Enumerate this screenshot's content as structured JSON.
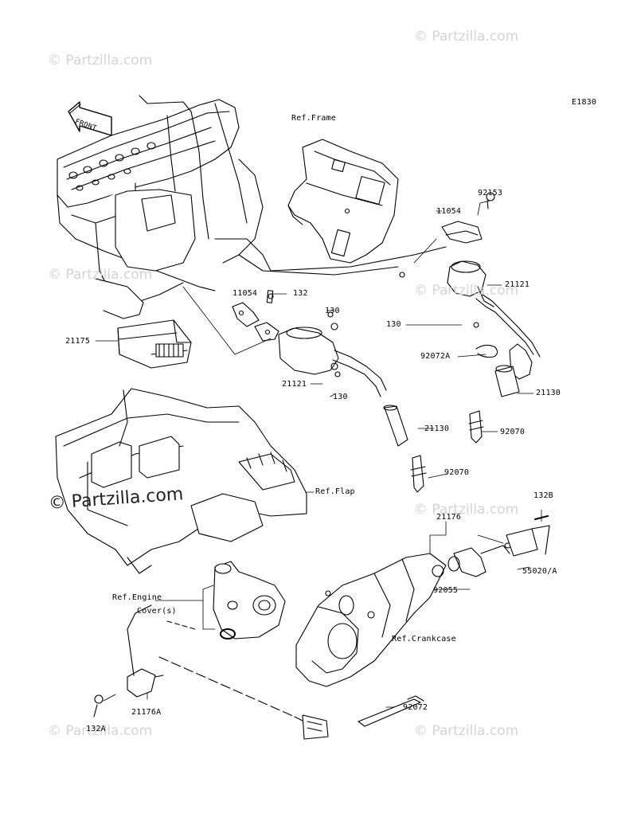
{
  "diagram_code": "E1830",
  "watermarks": {
    "small": "© Partzilla.com",
    "large": "© Partzilla.com"
  },
  "front_arrow_label": "FRONT",
  "labels": {
    "ref_frame": "Ref.Frame",
    "ref_flap": "Ref.Flap",
    "ref_engine_cover_1": "Ref.Engine",
    "ref_engine_cover_2": "Cover(s)",
    "ref_crankcase": "Ref.Crankcase",
    "p92153": "92153",
    "p11054_right": "11054",
    "p21121_right": "21121",
    "p130_right": "130",
    "p92072A": "92072A",
    "p21130_right": "21130",
    "p92070_right": "92070",
    "p11054_left": "11054",
    "p132": "132",
    "p130_upper": "130",
    "p21175": "21175",
    "p21121_left": "21121",
    "p130_lower": "130",
    "p21130_left": "21130",
    "p92070_left": "92070",
    "p132B": "132B",
    "p21176": "21176",
    "p55020A": "55020/A",
    "p92055": "92055",
    "p92072": "92072",
    "p132A": "132A",
    "p21176A": "21176A"
  },
  "colors": {
    "line": "#000000",
    "watermark": "#d4d4d4"
  }
}
